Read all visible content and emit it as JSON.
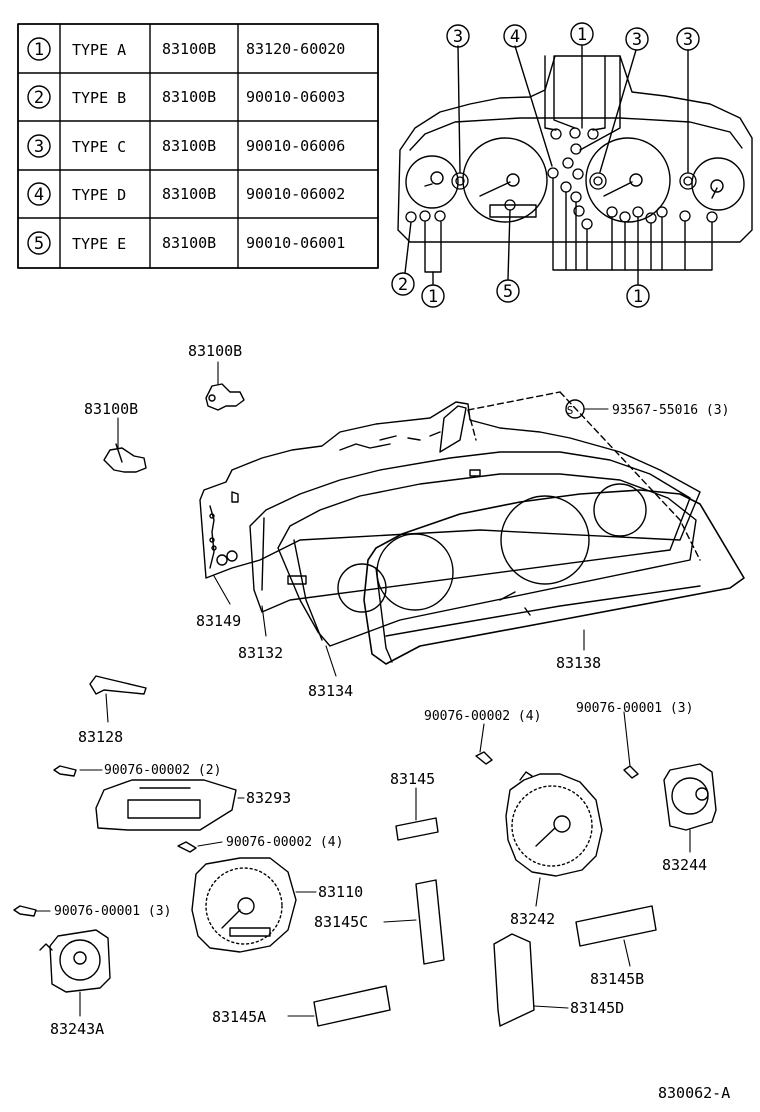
{
  "table": {
    "rows": [
      {
        "num": "1",
        "type": "TYPE A",
        "part": "83100B",
        "code": "83120-60020"
      },
      {
        "num": "2",
        "type": "TYPE B",
        "part": "83100B",
        "code": "90010-06003"
      },
      {
        "num": "3",
        "type": "TYPE C",
        "part": "83100B",
        "code": "90010-06006"
      },
      {
        "num": "4",
        "type": "TYPE D",
        "part": "83100B",
        "code": "90010-06002"
      },
      {
        "num": "5",
        "type": "TYPE E",
        "part": "83100B",
        "code": "90010-06001"
      }
    ]
  },
  "bulb_diagram": {
    "callouts_top": [
      "3",
      "4",
      "1",
      "3",
      "3"
    ],
    "callouts_bottom": [
      "2",
      "1",
      "5",
      "1"
    ]
  },
  "labels": {
    "socket_top": "83100B",
    "socket_left": "83100B",
    "screw_s": "93567-55016 (3)",
    "screw_s_mark": "S",
    "housing_83149": "83149",
    "housing_83132": "83132",
    "housing_83134": "83134",
    "housing_83138": "83138",
    "p83128": "83128",
    "screw_a": "90076-00002 (4)",
    "screw_b": "90076-00001 (3)",
    "screw_c": "90076-00002 (2)",
    "p83293": "83293",
    "p83145": "83145",
    "screw_d": "90076-00002 (4)",
    "p83244": "83244",
    "p83110": "83110",
    "screw_e": "90076-00001 (3)",
    "p83145C": "83145C",
    "p83242": "83242",
    "p83243A": "83243A",
    "p83145B": "83145B",
    "p83145A": "83145A",
    "p83145D": "83145D",
    "figure_id": "830062-A"
  }
}
